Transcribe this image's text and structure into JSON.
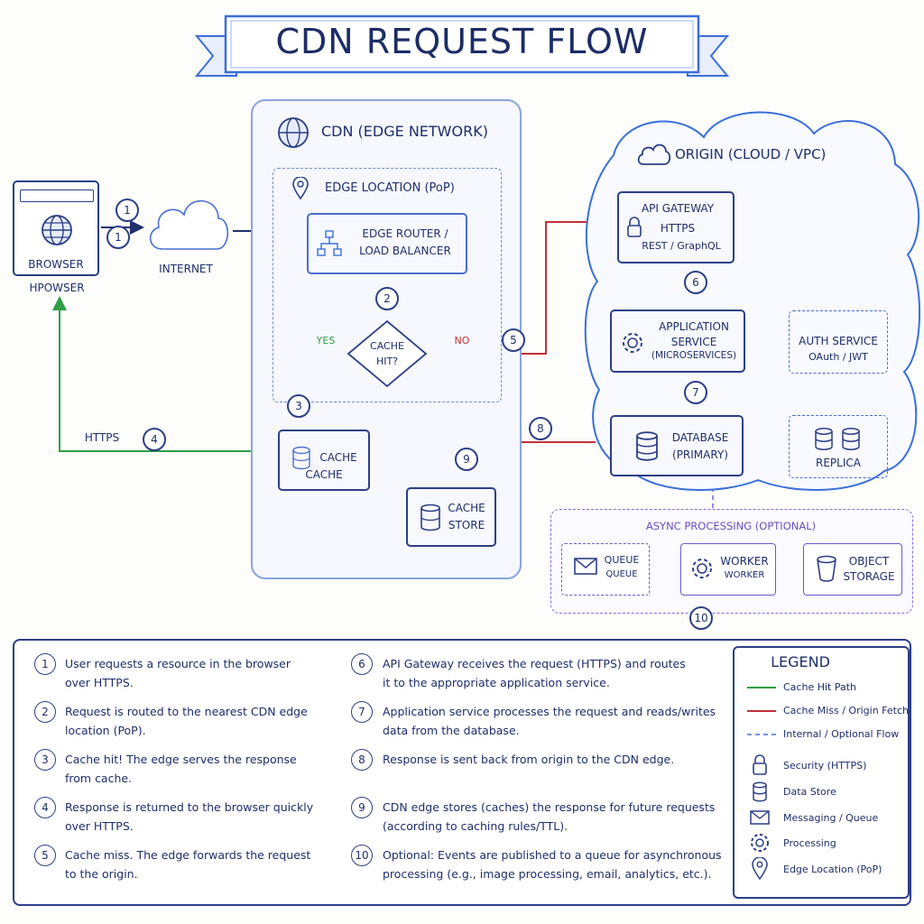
{
  "title": "CDN REQUEST FLOW",
  "nodes": {
    "browser": "BROWSER",
    "browser_caption": "HPOWSER",
    "internet": "INTERNET",
    "cdn_title": "CDN (EDGE NETWORK)",
    "edge_location": "EDGE LOCATION (PoP)",
    "edge_router_1": "EDGE ROUTER /",
    "edge_router_2": "LOAD BALANCER",
    "cache_hit_1": "CACHE",
    "cache_hit_2": "HIT?",
    "yes": "YES",
    "no": "NO",
    "cache_1": "CACHE",
    "cache_2": "CACHE",
    "cache_store_1": "CACHE",
    "cache_store_2": "STORE",
    "https": "HTTPS",
    "origin_title": "ORIGIN (CLOUD / VPC)",
    "api_1": "API GATEWAY",
    "api_2": "HTTPS",
    "api_3": "REST / GraphQL",
    "app_1": "APPLICATION",
    "app_2": "SERVICE",
    "app_3": "(MICROSERVICES)",
    "auth_1": "AUTH SERVICE",
    "auth_2": "OAuth / JWT",
    "db_1": "DATABASE",
    "db_2": "(PRIMARY)",
    "replica": "REPLICA",
    "async_title": "ASYNC PROCESSING (OPTIONAL)",
    "queue_1": "QUEUE",
    "queue_2": "QUEUE",
    "worker_1": "WORKER",
    "worker_2": "WORKER",
    "object_1": "OBJECT",
    "object_2": "STORAGE"
  },
  "badges": [
    "1",
    "1",
    "2",
    "3",
    "4",
    "5",
    "6",
    "7",
    "8",
    "9",
    "10"
  ],
  "steps_left": [
    {
      "n": "1",
      "l1": "User requests a resource in the browser",
      "l2": "over HTTPS."
    },
    {
      "n": "2",
      "l1": "Request is routed to the nearest CDN edge",
      "l2": "location (PoP)."
    },
    {
      "n": "3",
      "l1": "Cache hit! The edge serves the response",
      "l2": "from cache."
    },
    {
      "n": "4",
      "l1": "Response is returned to the browser quickly",
      "l2": "over HTTPS."
    },
    {
      "n": "5",
      "l1": "Cache miss. The edge forwards the request",
      "l2": "to the origin."
    }
  ],
  "steps_right": [
    {
      "n": "6",
      "l1": "API Gateway receives the request (HTTPS) and routes",
      "l2": "it to the appropriate application service."
    },
    {
      "n": "7",
      "l1": "Application service processes the request and reads/writes",
      "l2": "data from the database."
    },
    {
      "n": "8",
      "l1": "Response is sent back from origin to the CDN edge.",
      "l2": ""
    },
    {
      "n": "9",
      "l1": "CDN edge stores (caches) the response for future requests",
      "l2": "(according to caching rules/TTL)."
    },
    {
      "n": "10",
      "l1": "Optional: Events are published to a queue for asynchronous",
      "l2": "processing (e.g., image processing, email, analytics, etc.)."
    }
  ],
  "legend": {
    "title": "LEGEND",
    "items": [
      "Cache Hit Path",
      "Cache Miss / Origin Fetch",
      "Internal / Optional Flow",
      "Security (HTTPS)",
      "Data Store",
      "Messaging / Queue",
      "Processing",
      "Edge Location (PoP)"
    ],
    "colors": {
      "hit": "#2e9e44",
      "miss": "#c0303a",
      "internal": "#4a6fd0",
      "async": "#8a6ad6",
      "ink": "#1e2f6b"
    }
  }
}
